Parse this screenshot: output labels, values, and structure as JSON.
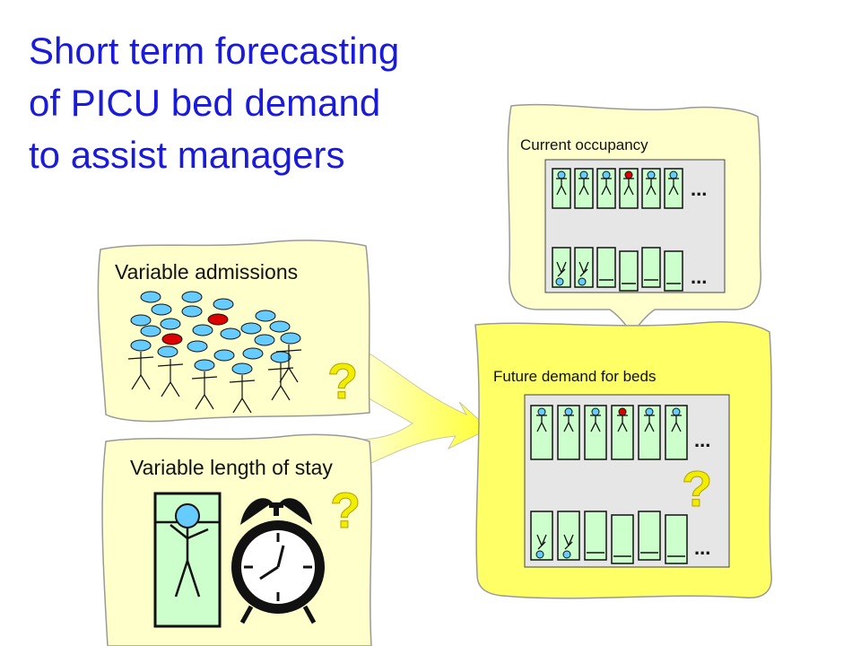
{
  "title": {
    "line1": "Short term forecasting",
    "line2": "of PICU bed demand",
    "line3": "to assist managers"
  },
  "panels": {
    "current_occupancy": "Current occupancy",
    "variable_admissions": "Variable admissions",
    "variable_length_of_stay": "Variable length of stay",
    "future_demand": "Future demand for beds"
  },
  "question_mark": "?",
  "ellipsis": "...",
  "colors": {
    "title": "#1a1adb",
    "cloud_fill": "#ffffcc",
    "future_fill": "#ffff66",
    "bed_fill": "#ccffcc",
    "patient_head": "#66ccff",
    "red_patient": "#dd0000",
    "question_mark": "#f0ee00"
  }
}
